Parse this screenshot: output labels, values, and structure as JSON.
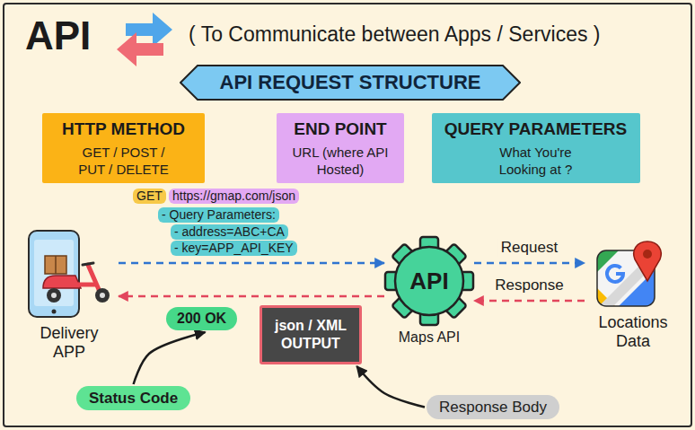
{
  "diagram": {
    "title": "API",
    "nodes": [
      {
        "text": [
          "API REQUEST STRUCTURE"
        ]
      },
      {
        "text": [
          "HTTP METHOD",
          "GET / POST / PUT / DELETE"
        ]
      },
      {
        "text": [
          "END POINT",
          "URL (where API Hosted)"
        ]
      },
      {
        "text": [
          "QUERY PARAMETERS",
          "What You're Looking at ?"
        ]
      },
      {
        "text": [
          "Delivery APP"
        ]
      },
      {
        "text": [
          "API",
          "Maps API"
        ]
      },
      {
        "text": [
          "Locations Data"
        ]
      },
      {
        "text": [
          "200 OK"
        ]
      },
      {
        "text": [
          "json / XML OUTPUT"
        ]
      },
      {
        "text": [
          "Status Code"
        ]
      },
      {
        "text": [
          "Response Body"
        ]
      }
    ],
    "edges": [
      {
        "from": 4,
        "to": 5,
        "arrow": "to"
      },
      {
        "from": 5,
        "to": 6,
        "label": "Request",
        "arrow": "to"
      },
      {
        "from": 6,
        "to": 5,
        "label": "Response",
        "arrow": "to"
      },
      {
        "from": 5,
        "to": 4,
        "arrow": "to"
      },
      {
        "from": 9,
        "to": 7,
        "arrow": "to"
      },
      {
        "from": 10,
        "to": 8,
        "arrow": "to"
      }
    ],
    "labels": [
      "( To Communicate between Apps / Services )",
      "GET",
      "https://gmap.com/json",
      "- Query Parameters:",
      "- address=ABC+CA",
      "- key=APP_API_KEY"
    ]
  }
}
